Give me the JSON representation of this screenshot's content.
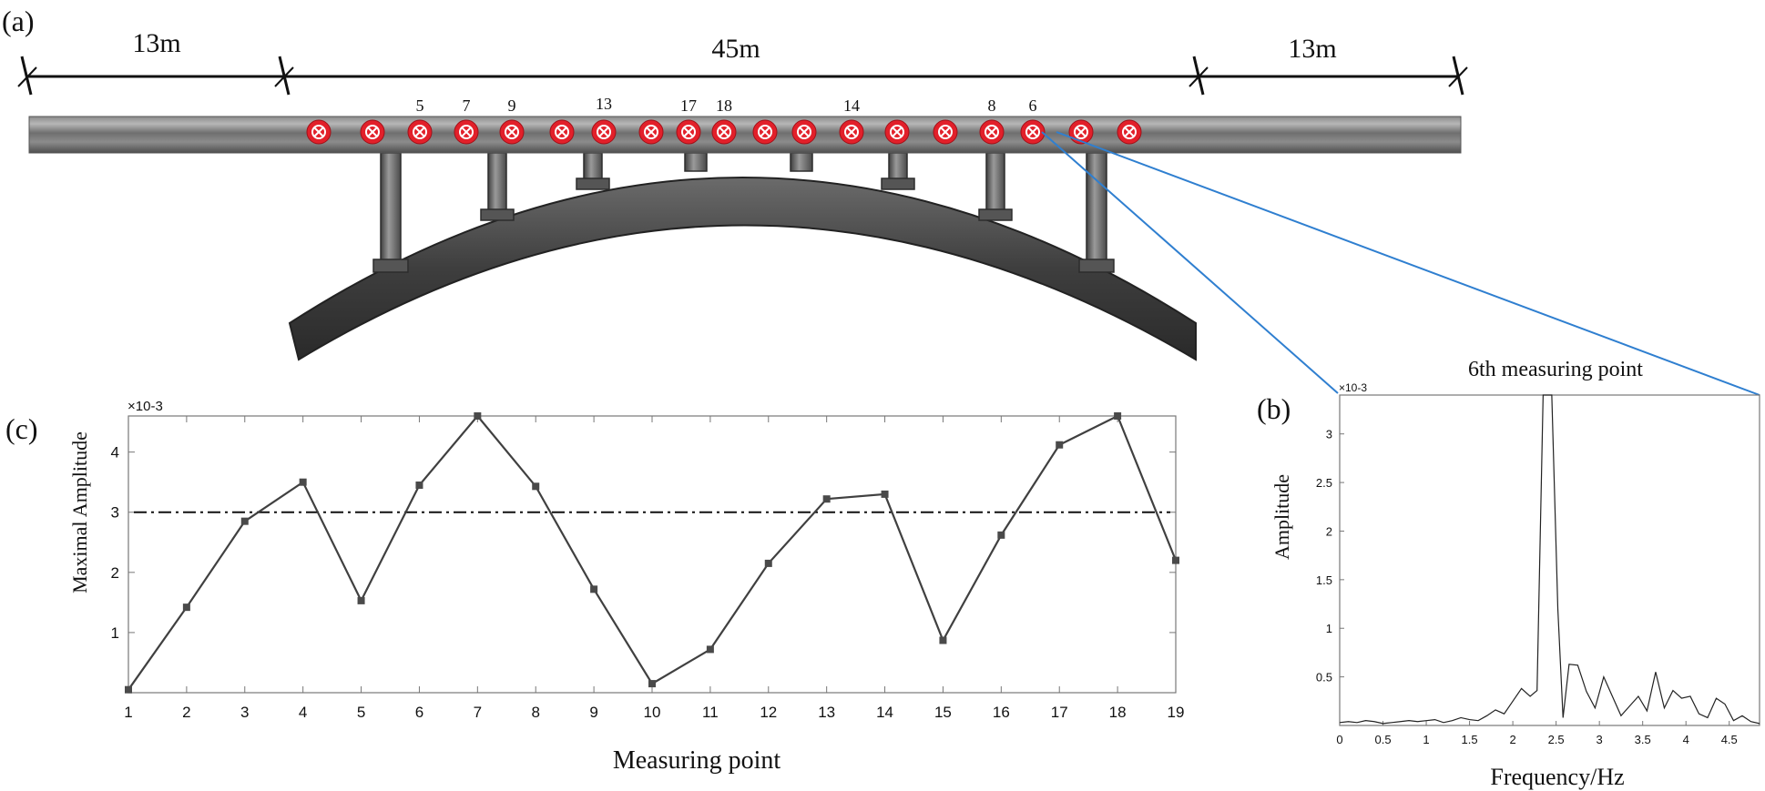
{
  "panel_labels": {
    "a": "(a)",
    "b": "(b)",
    "c": "(c)"
  },
  "dimensions": {
    "left_span": "13m",
    "main_span": "45m",
    "right_span": "13m"
  },
  "point_labels": [
    "5",
    "7",
    "9",
    "13",
    "17",
    "18",
    "14",
    "8",
    "6"
  ],
  "colors": {
    "sensor_marker": "#e2202a",
    "zoom_lines": "#2f7fd0",
    "plot_line": "#404040",
    "bridge_gray": "#7a7a7a"
  },
  "chart_data": [
    {
      "type": "line",
      "panel": "(c)",
      "title": "",
      "xlabel": "Measuring point",
      "ylabel": "Maximal Amplitude",
      "y_exponent": "×10-3",
      "xlim": [
        1,
        19
      ],
      "ylim": [
        0,
        4.6
      ],
      "xticks": [
        1,
        2,
        3,
        4,
        5,
        6,
        7,
        8,
        9,
        10,
        11,
        12,
        13,
        14,
        15,
        16,
        17,
        18,
        19
      ],
      "yticks": [
        1,
        2,
        3,
        4
      ],
      "grid": false,
      "x": [
        1,
        2,
        3,
        4,
        5,
        6,
        7,
        8,
        9,
        10,
        11,
        12,
        13,
        14,
        15,
        16,
        17,
        18,
        19
      ],
      "values": [
        0.05,
        1.42,
        2.85,
        3.5,
        1.53,
        3.45,
        4.6,
        3.43,
        1.72,
        0.15,
        0.72,
        2.15,
        3.22,
        3.3,
        0.87,
        2.62,
        4.12,
        4.6,
        2.2
      ],
      "reference_line": {
        "y": 3,
        "style": "dash-dot"
      }
    },
    {
      "type": "line",
      "panel": "(b)",
      "title": "6th measuring point",
      "xlabel": "Frequency/Hz",
      "ylabel": "Amplitude",
      "y_exponent": "×10-3",
      "xlim": [
        0,
        4.85
      ],
      "ylim": [
        0,
        3.4
      ],
      "xticks": [
        0,
        0.5,
        1,
        1.5,
        2,
        2.5,
        3,
        3.5,
        4,
        4.5
      ],
      "yticks": [
        0.5,
        1,
        1.5,
        2,
        2.5,
        3
      ],
      "grid": false,
      "x": [
        0,
        0.1,
        0.2,
        0.3,
        0.4,
        0.5,
        0.6,
        0.7,
        0.8,
        0.9,
        1.0,
        1.1,
        1.2,
        1.3,
        1.4,
        1.5,
        1.6,
        1.7,
        1.8,
        1.9,
        2.0,
        2.1,
        2.2,
        2.28,
        2.35,
        2.45,
        2.52,
        2.58,
        2.65,
        2.75,
        2.85,
        2.95,
        3.05,
        3.15,
        3.25,
        3.35,
        3.45,
        3.55,
        3.65,
        3.75,
        3.85,
        3.95,
        4.05,
        4.15,
        4.25,
        4.35,
        4.45,
        4.55,
        4.65,
        4.75,
        4.85
      ],
      "values": [
        0.03,
        0.04,
        0.03,
        0.05,
        0.04,
        0.02,
        0.03,
        0.04,
        0.05,
        0.04,
        0.05,
        0.06,
        0.03,
        0.05,
        0.08,
        0.06,
        0.05,
        0.1,
        0.16,
        0.12,
        0.25,
        0.38,
        0.3,
        0.36,
        3.4,
        3.4,
        1.2,
        0.08,
        0.63,
        0.62,
        0.35,
        0.18,
        0.5,
        0.3,
        0.1,
        0.2,
        0.3,
        0.15,
        0.55,
        0.18,
        0.36,
        0.28,
        0.3,
        0.12,
        0.08,
        0.28,
        0.22,
        0.05,
        0.1,
        0.04,
        0.02
      ]
    }
  ]
}
